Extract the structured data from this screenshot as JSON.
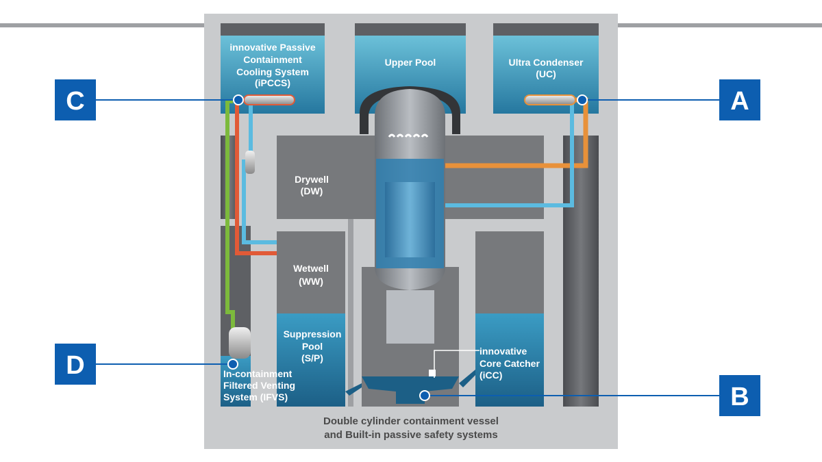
{
  "labels": {
    "ipccs": [
      "innovative Passive",
      "Containment",
      "Cooling System",
      "(iPCCS)"
    ],
    "upper_pool": "Upper Pool",
    "uc": [
      "Ultra Condenser",
      "(UC)"
    ],
    "drywell": [
      "Drywell",
      "(DW)"
    ],
    "wetwell": [
      "Wetwell",
      "(WW)"
    ],
    "suppression_pool": [
      "Suppression",
      "Pool",
      "(S/P)"
    ],
    "icc": [
      "innovative",
      "Core Catcher",
      "(iCC)"
    ],
    "ifvs": [
      "In-containment",
      "Filtered Venting",
      "System (IFVS)"
    ],
    "caption": [
      "Double cylinder containment vessel",
      "and Built-in passive safety systems"
    ]
  },
  "badges": {
    "a": "A",
    "b": "B",
    "c": "C",
    "d": "D"
  },
  "colors": {
    "badge_blue": "#0d5eb0",
    "hot_pipe": "#e8913a",
    "red_pipe": "#e15a37",
    "cold_pipe": "#5bbbe0",
    "vent_pipe": "#7cba3c",
    "water": "#3e95c0",
    "building": "#c9cbcd",
    "wall": "#6b6d70"
  }
}
